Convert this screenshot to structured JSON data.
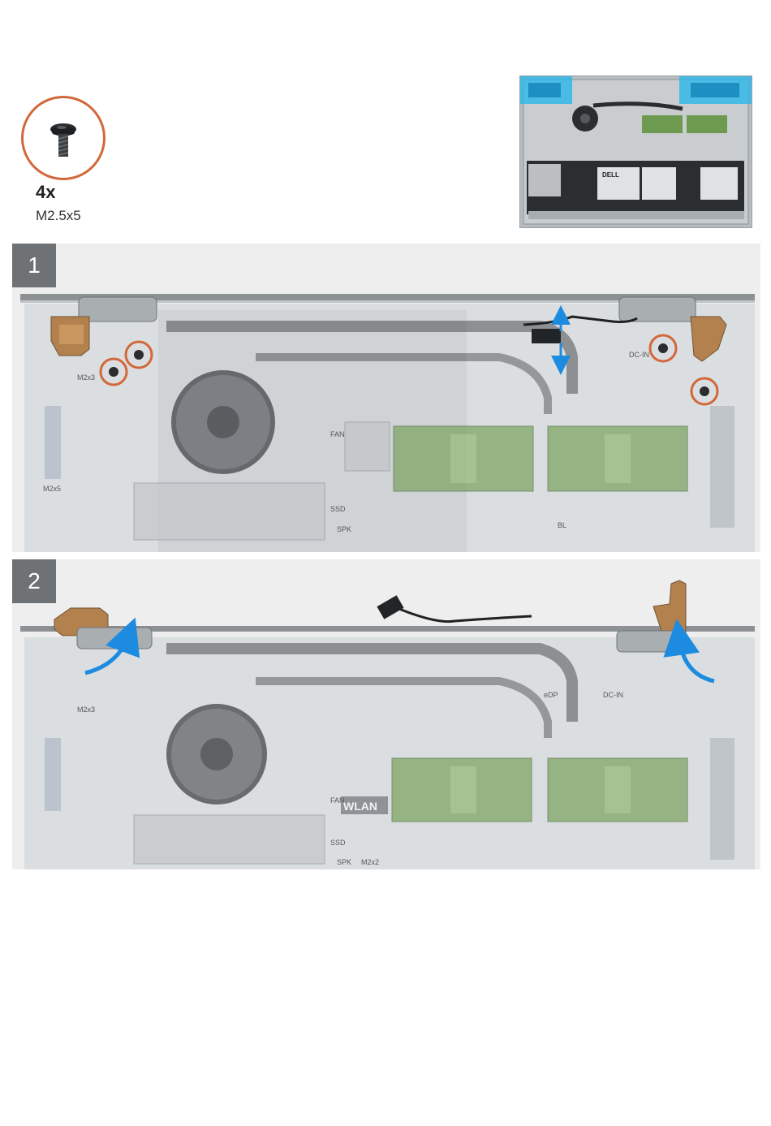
{
  "screws": {
    "count": "4x",
    "size": "M2.5x5"
  },
  "overview": {
    "battery_brand": "DELL"
  },
  "steps": [
    {
      "number": "1",
      "board_labels": {
        "dc_in": "DC-IN",
        "fan": "FAN",
        "ssd": "SSD",
        "spk": "SPK",
        "bl": "BL",
        "m2x3": "M2x3",
        "m2x5": "M2x5"
      }
    },
    {
      "number": "2",
      "board_labels": {
        "dc_in": "DC-IN",
        "edp": "eDP",
        "fan": "FAN",
        "ssd": "SSD",
        "spk": "SPK",
        "wlan": "WLAN",
        "m2x3": "M2x3",
        "m2x2": "M2x2"
      }
    }
  ],
  "colors": {
    "screw_ring": "#d2683a",
    "arrow": "#1c8be0",
    "step_badge": "#6f7274",
    "highlight": "#33b7e8"
  }
}
